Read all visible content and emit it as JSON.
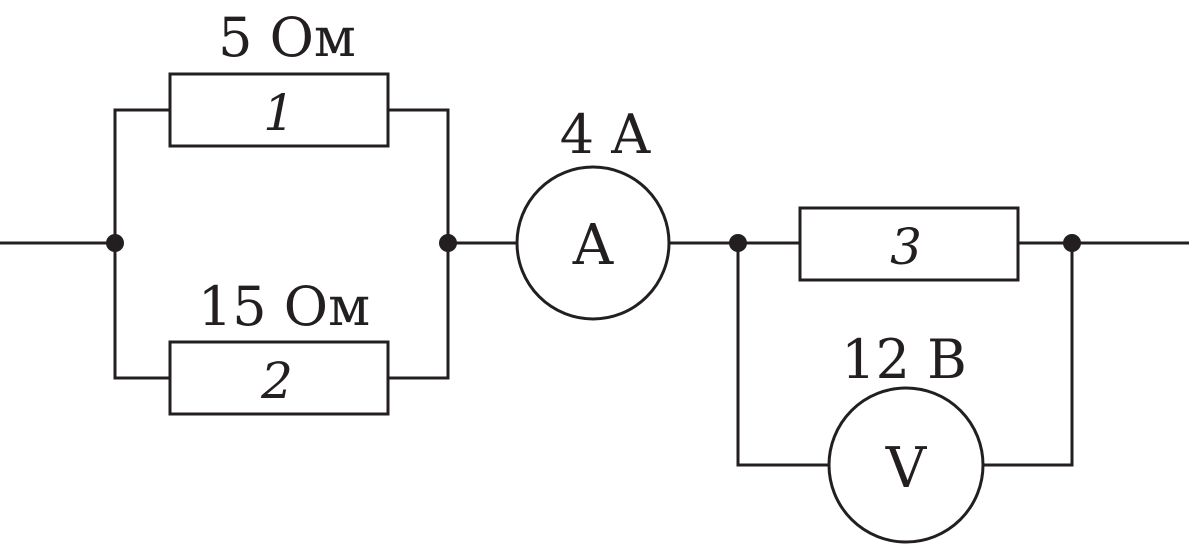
{
  "resistors": [
    {
      "id": "1",
      "label": "1",
      "value": "5 Ом"
    },
    {
      "id": "2",
      "label": "2",
      "value": "15 Ом"
    },
    {
      "id": "3",
      "label": "3",
      "value": ""
    }
  ],
  "ammeter": {
    "symbol": "A",
    "reading": "4 A"
  },
  "voltmeter": {
    "symbol": "V",
    "reading": "12 B"
  },
  "colors": {
    "ink": "#231f20",
    "background": "#ffffff"
  }
}
